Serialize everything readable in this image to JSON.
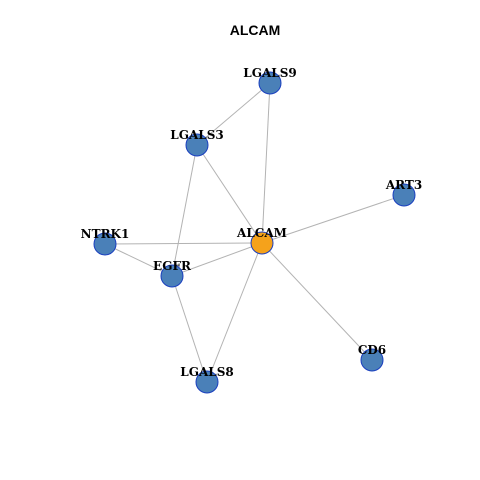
{
  "title": "ALCAM",
  "colors": {
    "center_node": "#f5a21b",
    "neighbor_node": "#4a80b8",
    "node_border": "#1a3fbf",
    "edge": "#b3b3b3"
  },
  "nodes": [
    {
      "id": "LGALS9",
      "label": "LGALS9",
      "center": false
    },
    {
      "id": "LGALS3",
      "label": "LGALS3",
      "center": false
    },
    {
      "id": "ART3",
      "label": "ART3",
      "center": false
    },
    {
      "id": "NTRK1",
      "label": "NTRK1",
      "center": false
    },
    {
      "id": "ALCAM",
      "label": "ALCAM",
      "center": true
    },
    {
      "id": "EGFR",
      "label": "EGFR",
      "center": false
    },
    {
      "id": "CD6",
      "label": "CD6",
      "center": false
    },
    {
      "id": "LGALS8",
      "label": "LGALS8",
      "center": false
    }
  ],
  "edges": [
    [
      "LGALS9",
      "LGALS3"
    ],
    [
      "LGALS9",
      "ALCAM"
    ],
    [
      "LGALS3",
      "ALCAM"
    ],
    [
      "LGALS3",
      "EGFR"
    ],
    [
      "ART3",
      "ALCAM"
    ],
    [
      "NTRK1",
      "ALCAM"
    ],
    [
      "NTRK1",
      "EGFR"
    ],
    [
      "ALCAM",
      "EGFR"
    ],
    [
      "ALCAM",
      "CD6"
    ],
    [
      "ALCAM",
      "LGALS8"
    ],
    [
      "EGFR",
      "LGALS8"
    ]
  ]
}
